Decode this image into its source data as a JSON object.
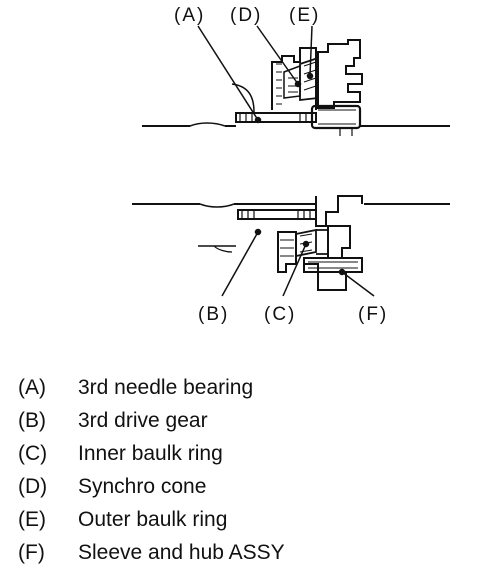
{
  "diagram": {
    "callouts": {
      "a": "(A)",
      "b": "(B)",
      "c": "(C)",
      "d": "(D)",
      "e": "(E)",
      "f": "(F)"
    }
  },
  "legend": {
    "items": [
      {
        "key": "(A)",
        "label": "3rd needle bearing"
      },
      {
        "key": "(B)",
        "label": "3rd drive gear"
      },
      {
        "key": "(C)",
        "label": "Inner baulk ring"
      },
      {
        "key": "(D)",
        "label": "Synchro cone"
      },
      {
        "key": "(E)",
        "label": "Outer baulk ring"
      },
      {
        "key": "(F)",
        "label": "Sleeve and hub ASSY"
      }
    ]
  }
}
